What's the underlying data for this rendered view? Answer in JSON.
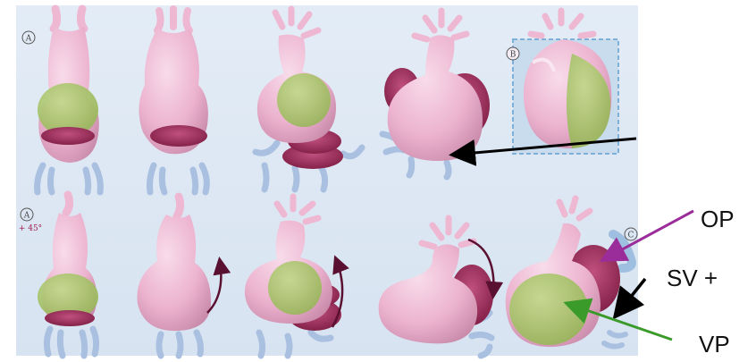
{
  "panels": {
    "top_row_letter_left": "A",
    "top_row_letter_right": "B",
    "bottom_row_letter_left": "A",
    "bottom_row_rotation": "+ 45°",
    "bottom_row_letter_right": "C"
  },
  "labels": {
    "op": "OP",
    "sv": "SV +",
    "vp": "VP"
  },
  "colors": {
    "background_panel": "#dfe9f4",
    "heart_pink": "#efb8d2",
    "heart_shadow": "#c98aaa",
    "ventricle_green": "#9fbf5e",
    "bulb_magenta": "#8a1f4a",
    "vessel_blue": "#aac0e0",
    "arrow_black": "#000000",
    "arrow_purple": "#9b2d9b",
    "arrow_green": "#3a9a2a"
  }
}
